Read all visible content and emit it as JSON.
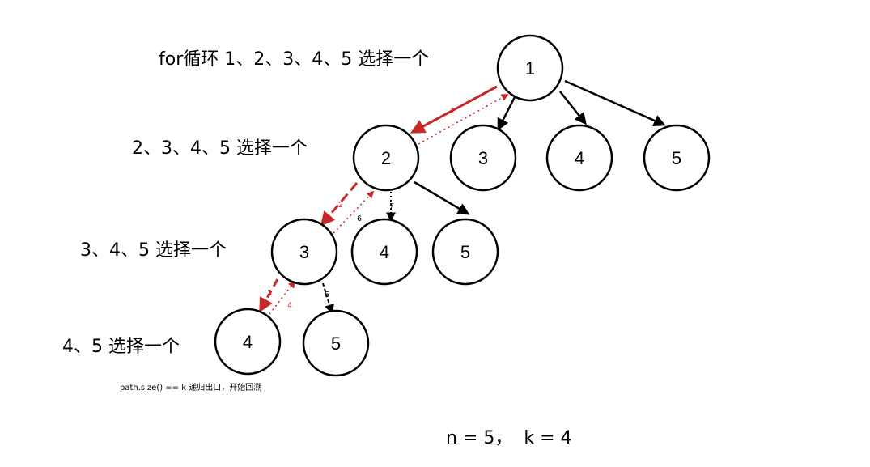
{
  "colors": {
    "line": "#000000",
    "recursion": "#c62828",
    "background": "#ffffff"
  },
  "labels": {
    "level1": "for循环 1、2、3、4、5 选择一个",
    "level2": "2、3、4、5 选择一个",
    "level3": "3、4、5 选择一个",
    "level4": "4、5 选择一个",
    "note": "path.size() == k 递归出口，开始回溯",
    "params": "n = 5，  k = 4"
  },
  "tree": {
    "nodes": [
      {
        "id": "n1",
        "label": "1"
      },
      {
        "id": "n2",
        "label": "2"
      },
      {
        "id": "n3a",
        "label": "3"
      },
      {
        "id": "n4a",
        "label": "4"
      },
      {
        "id": "n5a",
        "label": "5"
      },
      {
        "id": "n3b",
        "label": "3"
      },
      {
        "id": "n4b",
        "label": "4"
      },
      {
        "id": "n5b",
        "label": "5"
      },
      {
        "id": "n4c",
        "label": "4"
      },
      {
        "id": "n5c",
        "label": "5"
      }
    ],
    "step_labels": [
      "1",
      "2",
      "3",
      "4",
      "5",
      "6",
      "7"
    ]
  }
}
